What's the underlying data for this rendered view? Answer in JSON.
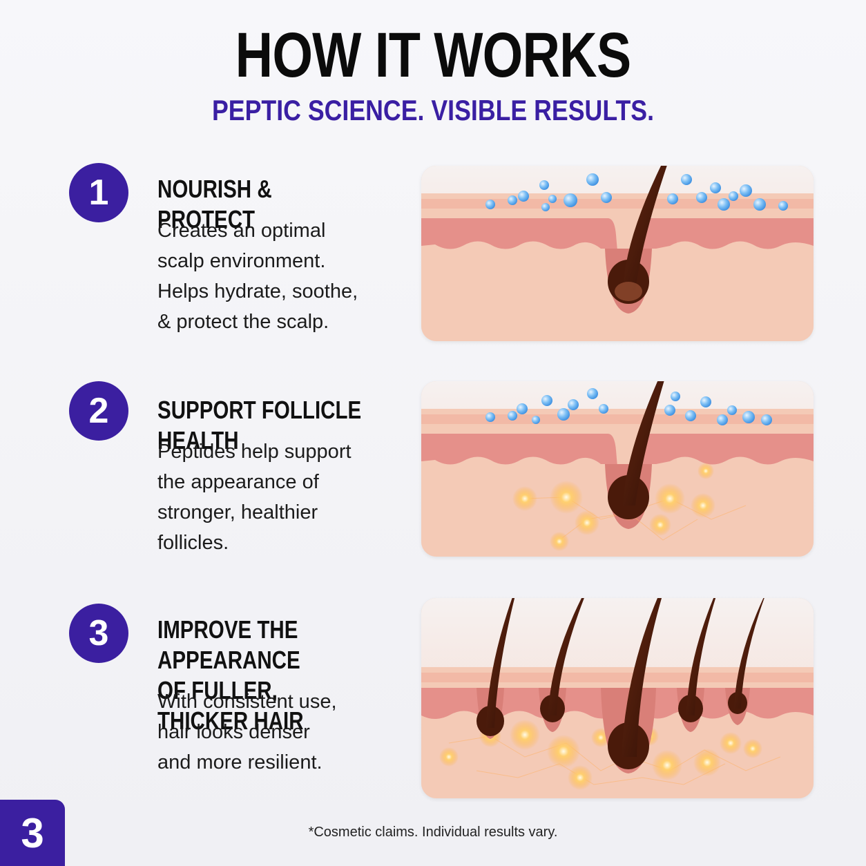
{
  "header": {
    "title": "HOW IT WORKS",
    "subtitle": "PEPTIC SCIENCE. VISIBLE RESULTS."
  },
  "steps": [
    {
      "number": "1",
      "heading": "NOURISH & PROTECT",
      "description": "Creates an optimal\nscalp environment.\nHelps hydrate, soothe,\n& protect the scalp."
    },
    {
      "number": "2",
      "heading": "SUPPORT FOLLICLE HEALTH",
      "description": "Peptides help support\nthe appearance of\nstronger, healthier\nfollicles."
    },
    {
      "number": "3",
      "heading": "IMPROVE THE APPEARANCE\nOF FULLER, THICKER HAIR",
      "description": "With consistent use,\nhair looks denser\nand more resilient."
    }
  ],
  "page_badge": "3",
  "footnote": "*Cosmetic claims. Individual results vary.",
  "colors": {
    "accent": "#3b1fa0",
    "skin": "#f3cdb8",
    "hair": "#3a1408",
    "droplet": "#5aa9f0",
    "glow": "#ffb040"
  }
}
